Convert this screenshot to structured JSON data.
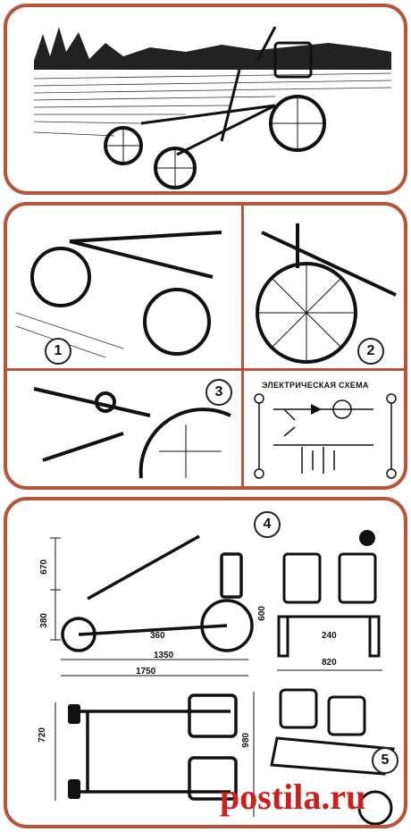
{
  "panel_labels": {
    "p1": "1",
    "p2": "2",
    "p3": "3",
    "p4": "4",
    "p5": "5"
  },
  "schematic": {
    "title": "ЭЛЕКТРИЧЕСКАЯ СХЕМА"
  },
  "dimensions": {
    "side_height_top": "670",
    "side_height_bottom": "380",
    "side_height_right": "600",
    "axle_offset": "360",
    "wheelbase": "1350",
    "overall_length": "1750",
    "track_inner": "240",
    "overall_width": "820",
    "plan_width": "720",
    "plan_length": "980"
  },
  "watermark": {
    "text": "postila.ru"
  },
  "colors": {
    "border": "#b5553a",
    "watermark": "#cc1f1f",
    "ink": "#111111"
  }
}
